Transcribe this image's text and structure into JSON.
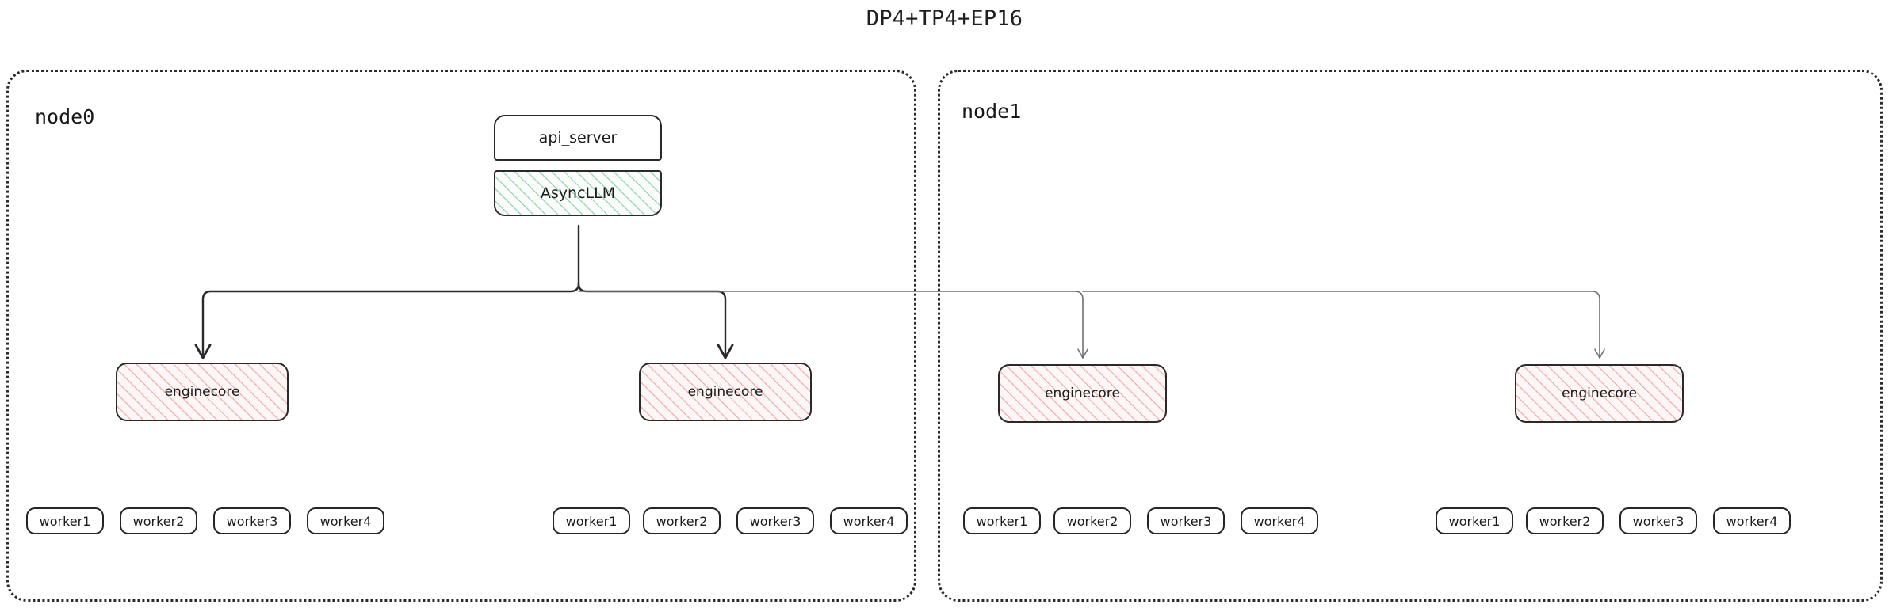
{
  "title": "DP4+TP4+EP16",
  "nodes": [
    {
      "id": "node0",
      "label": "node0",
      "api_server": {
        "label": "api_server"
      },
      "async_llm": {
        "label": "AsyncLLM"
      },
      "engines": [
        {
          "label": "enginecore",
          "workers": [
            "worker1",
            "worker2",
            "worker3",
            "worker4"
          ]
        },
        {
          "label": "enginecore",
          "workers": [
            "worker1",
            "worker2",
            "worker3",
            "worker4"
          ]
        }
      ]
    },
    {
      "id": "node1",
      "label": "node1",
      "engines": [
        {
          "label": "enginecore",
          "workers": [
            "worker1",
            "worker2",
            "worker3",
            "worker4"
          ]
        },
        {
          "label": "enginecore",
          "workers": [
            "worker1",
            "worker2",
            "worker3",
            "worker4"
          ]
        }
      ]
    }
  ],
  "colors": {
    "stroke": "#2a2a2a",
    "stroke_light": "#6f6f6f",
    "async_hatch": "#50be78",
    "core_hatch": "#e2786e",
    "background": "#ffffff"
  }
}
